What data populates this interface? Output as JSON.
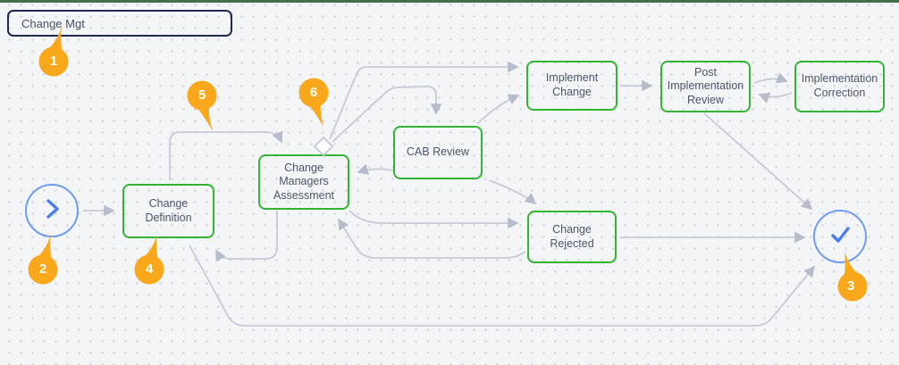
{
  "workflow": {
    "name_input": {
      "value": "Change Mgt"
    },
    "nodes": {
      "start": {
        "type": "start",
        "icon": "chevron-right"
      },
      "change_definition": {
        "label": "Change Definition"
      },
      "change_managers_assessment": {
        "label": "Change Managers Assessment"
      },
      "cab_review": {
        "label": "CAB Review"
      },
      "implement_change": {
        "label": "Implement Change"
      },
      "post_implementation_review": {
        "label": "Post Implementation Review"
      },
      "implementation_correction": {
        "label": "Implementation Correction"
      },
      "change_rejected": {
        "label": "Change Rejected"
      },
      "end": {
        "type": "end",
        "icon": "checkmark"
      }
    },
    "connections": [
      {
        "from": "start",
        "to": "change_definition"
      },
      {
        "from": "change_definition",
        "to": "change_managers_assessment"
      },
      {
        "from": "change_managers_assessment",
        "to": "implement_change"
      },
      {
        "from": "change_managers_assessment",
        "to": "cab_review"
      },
      {
        "from": "cab_review",
        "to": "change_managers_assessment"
      },
      {
        "from": "cab_review",
        "to": "implement_change"
      },
      {
        "from": "cab_review",
        "to": "change_rejected"
      },
      {
        "from": "change_managers_assessment",
        "to": "change_rejected"
      },
      {
        "from": "change_rejected",
        "to": "change_managers_assessment"
      },
      {
        "from": "change_managers_assessment",
        "to": "change_definition"
      },
      {
        "from": "implement_change",
        "to": "post_implementation_review"
      },
      {
        "from": "post_implementation_review",
        "to": "implementation_correction"
      },
      {
        "from": "implementation_correction",
        "to": "post_implementation_review"
      },
      {
        "from": "post_implementation_review",
        "to": "end"
      },
      {
        "from": "change_rejected",
        "to": "end"
      },
      {
        "from": "change_definition",
        "to": "end"
      }
    ],
    "badges": [
      {
        "number": "1",
        "target": "workflow-name-input"
      },
      {
        "number": "2",
        "target": "start-node"
      },
      {
        "number": "3",
        "target": "end-node"
      },
      {
        "number": "4",
        "target": "node-change-definition"
      },
      {
        "number": "5",
        "target": "connection-change-definition-to-assessment"
      },
      {
        "number": "6",
        "target": "gateway-diamond"
      }
    ],
    "colors": {
      "node_border": "#33b533",
      "start_end_border": "#6d9cf1",
      "icon_blue": "#4a7cee",
      "line": "#c7cad7",
      "arrowhead": "#b7bbca",
      "badge": "#f9a81b",
      "canvas_top_border": "#45704f",
      "name_box_border": "#1f2a4e",
      "label_text": "#4e5567"
    }
  }
}
